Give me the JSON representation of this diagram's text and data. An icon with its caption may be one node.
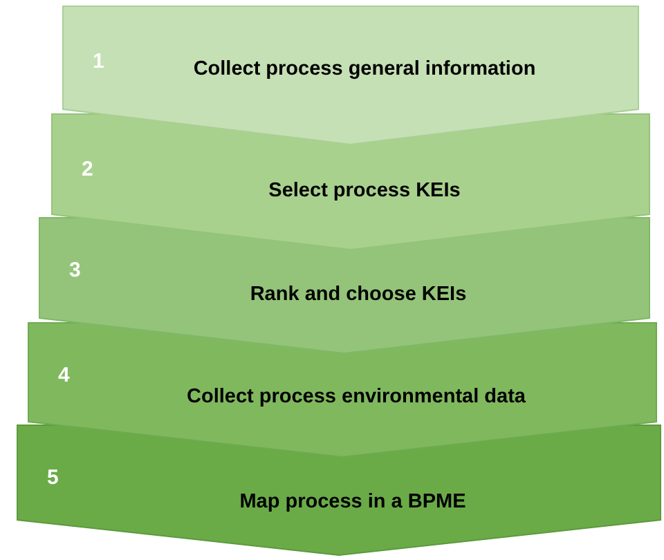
{
  "diagram": {
    "nodes": [
      {
        "text": [
          "1",
          "Collect process general information"
        ]
      },
      {
        "text": [
          "2",
          "Select process KEIs"
        ]
      },
      {
        "text": [
          "3",
          "Rank and choose KEIs"
        ]
      },
      {
        "text": [
          "4",
          "Collect process environmental data"
        ]
      },
      {
        "text": [
          "5",
          "Map process in a BPME"
        ]
      }
    ]
  }
}
